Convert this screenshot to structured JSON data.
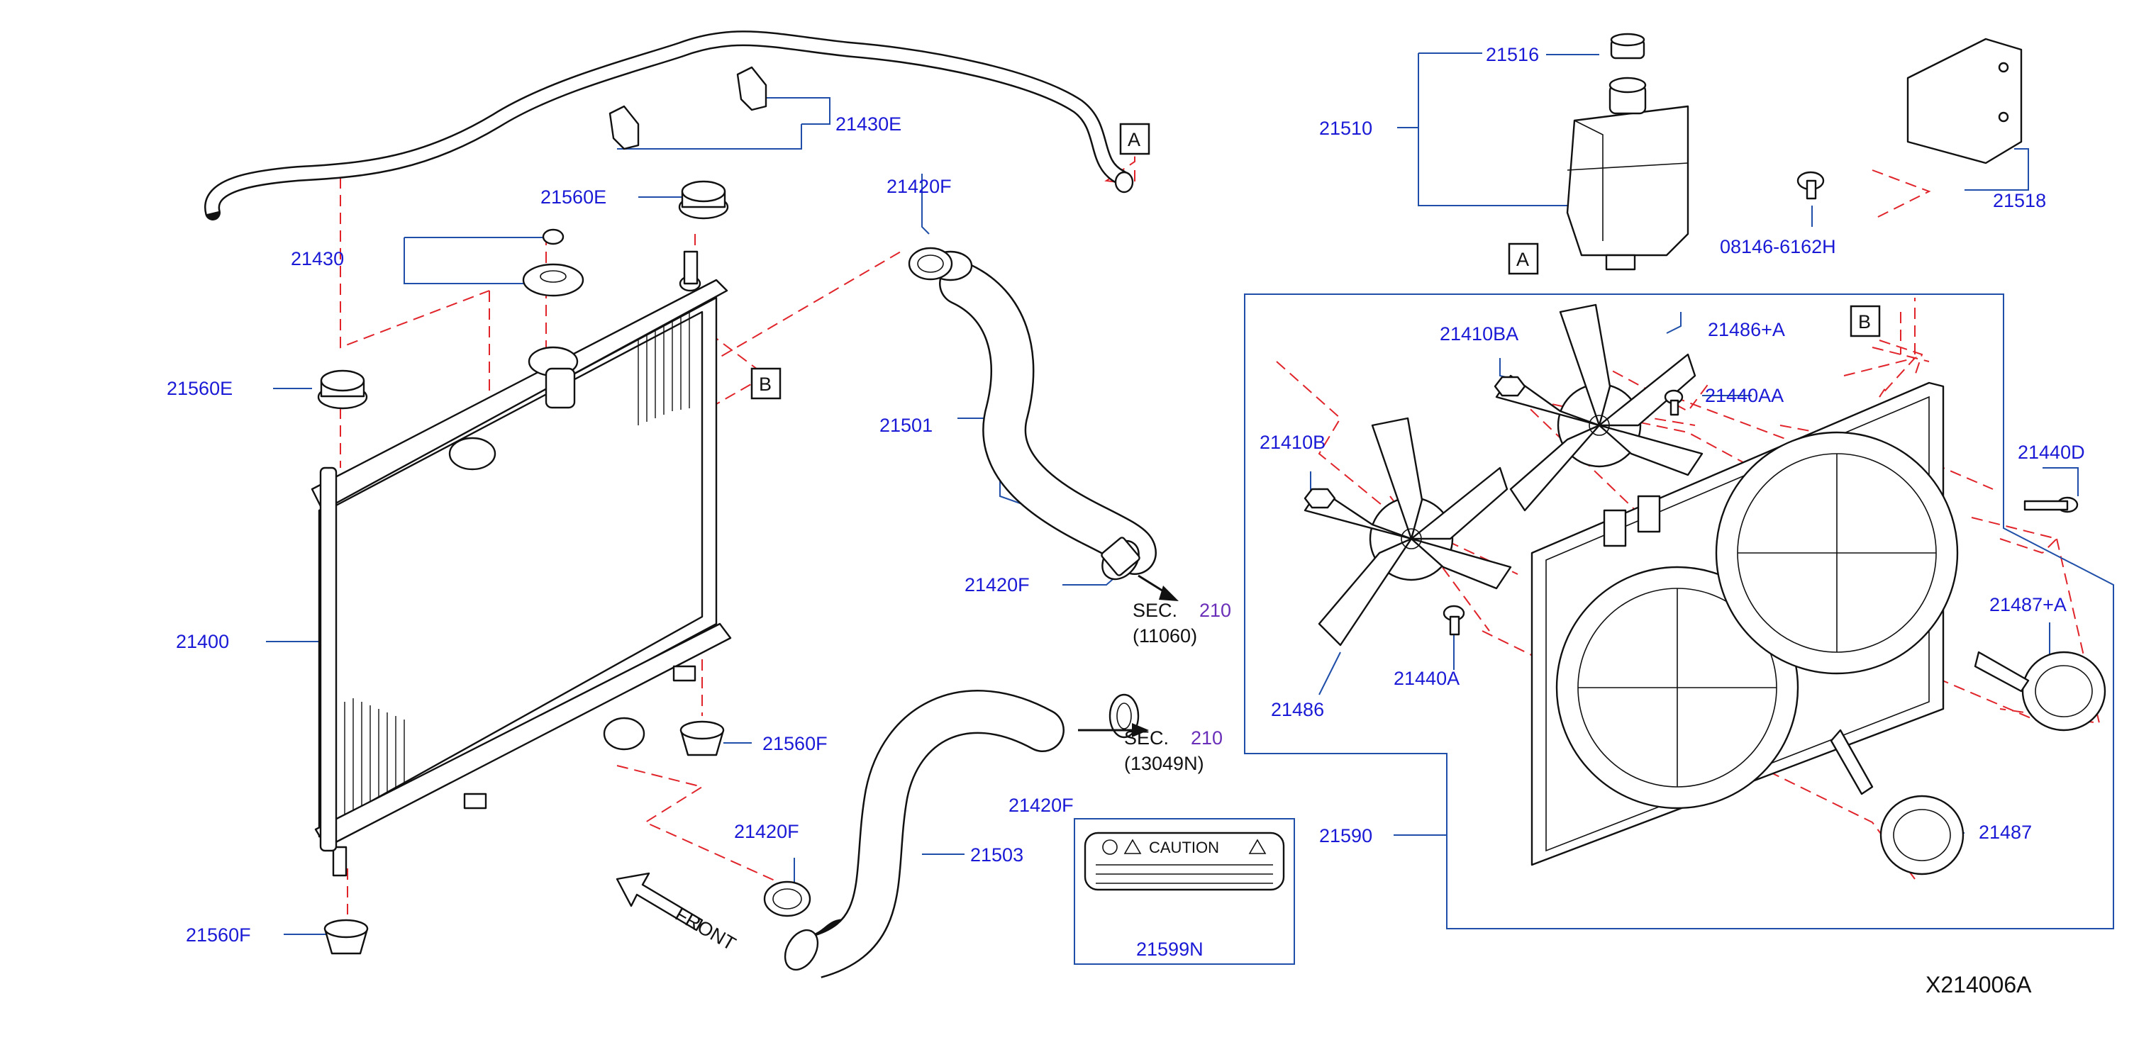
{
  "diagram_id": "X214006A",
  "colors": {
    "part_number": "#1a1ad6",
    "leader": "#1f4fa8",
    "dashed_guide": "#e0242a",
    "section_ref": "#6a2fb8"
  },
  "labels": {
    "p21516": "21516",
    "p21510": "21510",
    "p21518": "21518",
    "p08146": "08146-6162H",
    "p21430E": "21430E",
    "p21420F_top": "21420F",
    "p21560E_top": "21560E",
    "p21430": "21430",
    "p21560E_left": "21560E",
    "p21501": "21501",
    "p21420F_mid": "21420F",
    "p21400": "21400",
    "p21560F_right": "21560F",
    "p21420F_clamp": "21420F",
    "p21420F_low": "21420F",
    "p21503": "21503",
    "p21560F_bottom": "21560F",
    "p21599N": "21599N",
    "p21410BA": "21410BA",
    "p21486A": "21486+A",
    "p21440AA": "21440AA",
    "p21410B": "21410B",
    "p21440D": "21440D",
    "p21487A": "21487+A",
    "p21440A": "21440A",
    "p21486": "21486",
    "p21590": "21590",
    "p21487": "21487"
  },
  "refs": {
    "A": "A",
    "B": "B"
  },
  "sections": {
    "upper": {
      "prefix": "SEC.",
      "number": "210",
      "code": "(11060)"
    },
    "lower": {
      "prefix": "SEC.",
      "number": "210",
      "code": "(13049N)"
    }
  },
  "caution_label": {
    "text": "CAUTION"
  },
  "front_label": "FRONT",
  "icons": [
    "caution-triangle-icon",
    "front-arrow-icon",
    "section-arrow-icon"
  ]
}
